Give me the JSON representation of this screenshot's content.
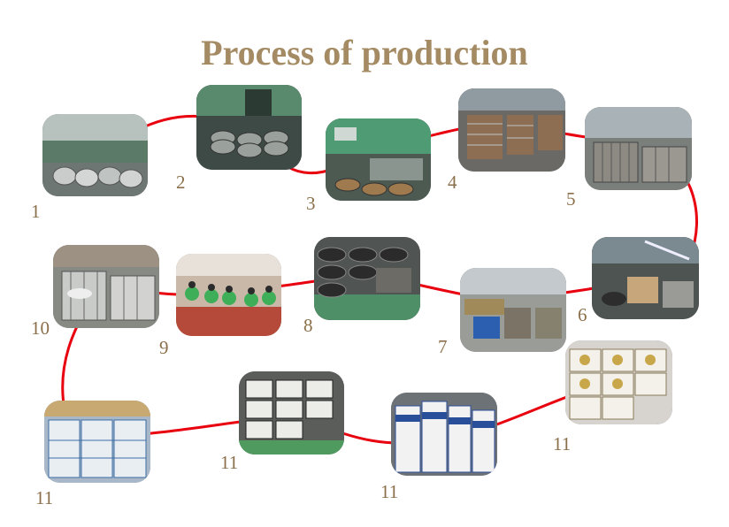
{
  "title": "Process of production",
  "colors": {
    "title": "#a48b64",
    "connector": "#e8000f",
    "number": "#8b6f4a"
  },
  "steps": [
    {
      "number": "1",
      "photo": "steel-coil-warehouse-photo"
    },
    {
      "number": "2",
      "photo": "pressing-machine-photo"
    },
    {
      "number": "3",
      "photo": "stamping-line-photo"
    },
    {
      "number": "4",
      "photo": "pot-racks-photo"
    },
    {
      "number": "5",
      "photo": "storage-cages-photo"
    },
    {
      "number": "6",
      "photo": "polishing-workshop-photo"
    },
    {
      "number": "7",
      "photo": "parts-crates-photo"
    },
    {
      "number": "8",
      "photo": "stacked-pots-photo"
    },
    {
      "number": "9",
      "photo": "assembly-line-workers-photo"
    },
    {
      "number": "10",
      "photo": "finished-pot-cages-photo"
    },
    {
      "number": "11",
      "photo": "packed-cartons-photo"
    },
    {
      "number": "11",
      "photo": "boxed-products-pallet-photo"
    },
    {
      "number": "11",
      "photo": "carton-stacks-photo"
    },
    {
      "number": "11",
      "photo": "gift-box-stack-photo"
    }
  ]
}
